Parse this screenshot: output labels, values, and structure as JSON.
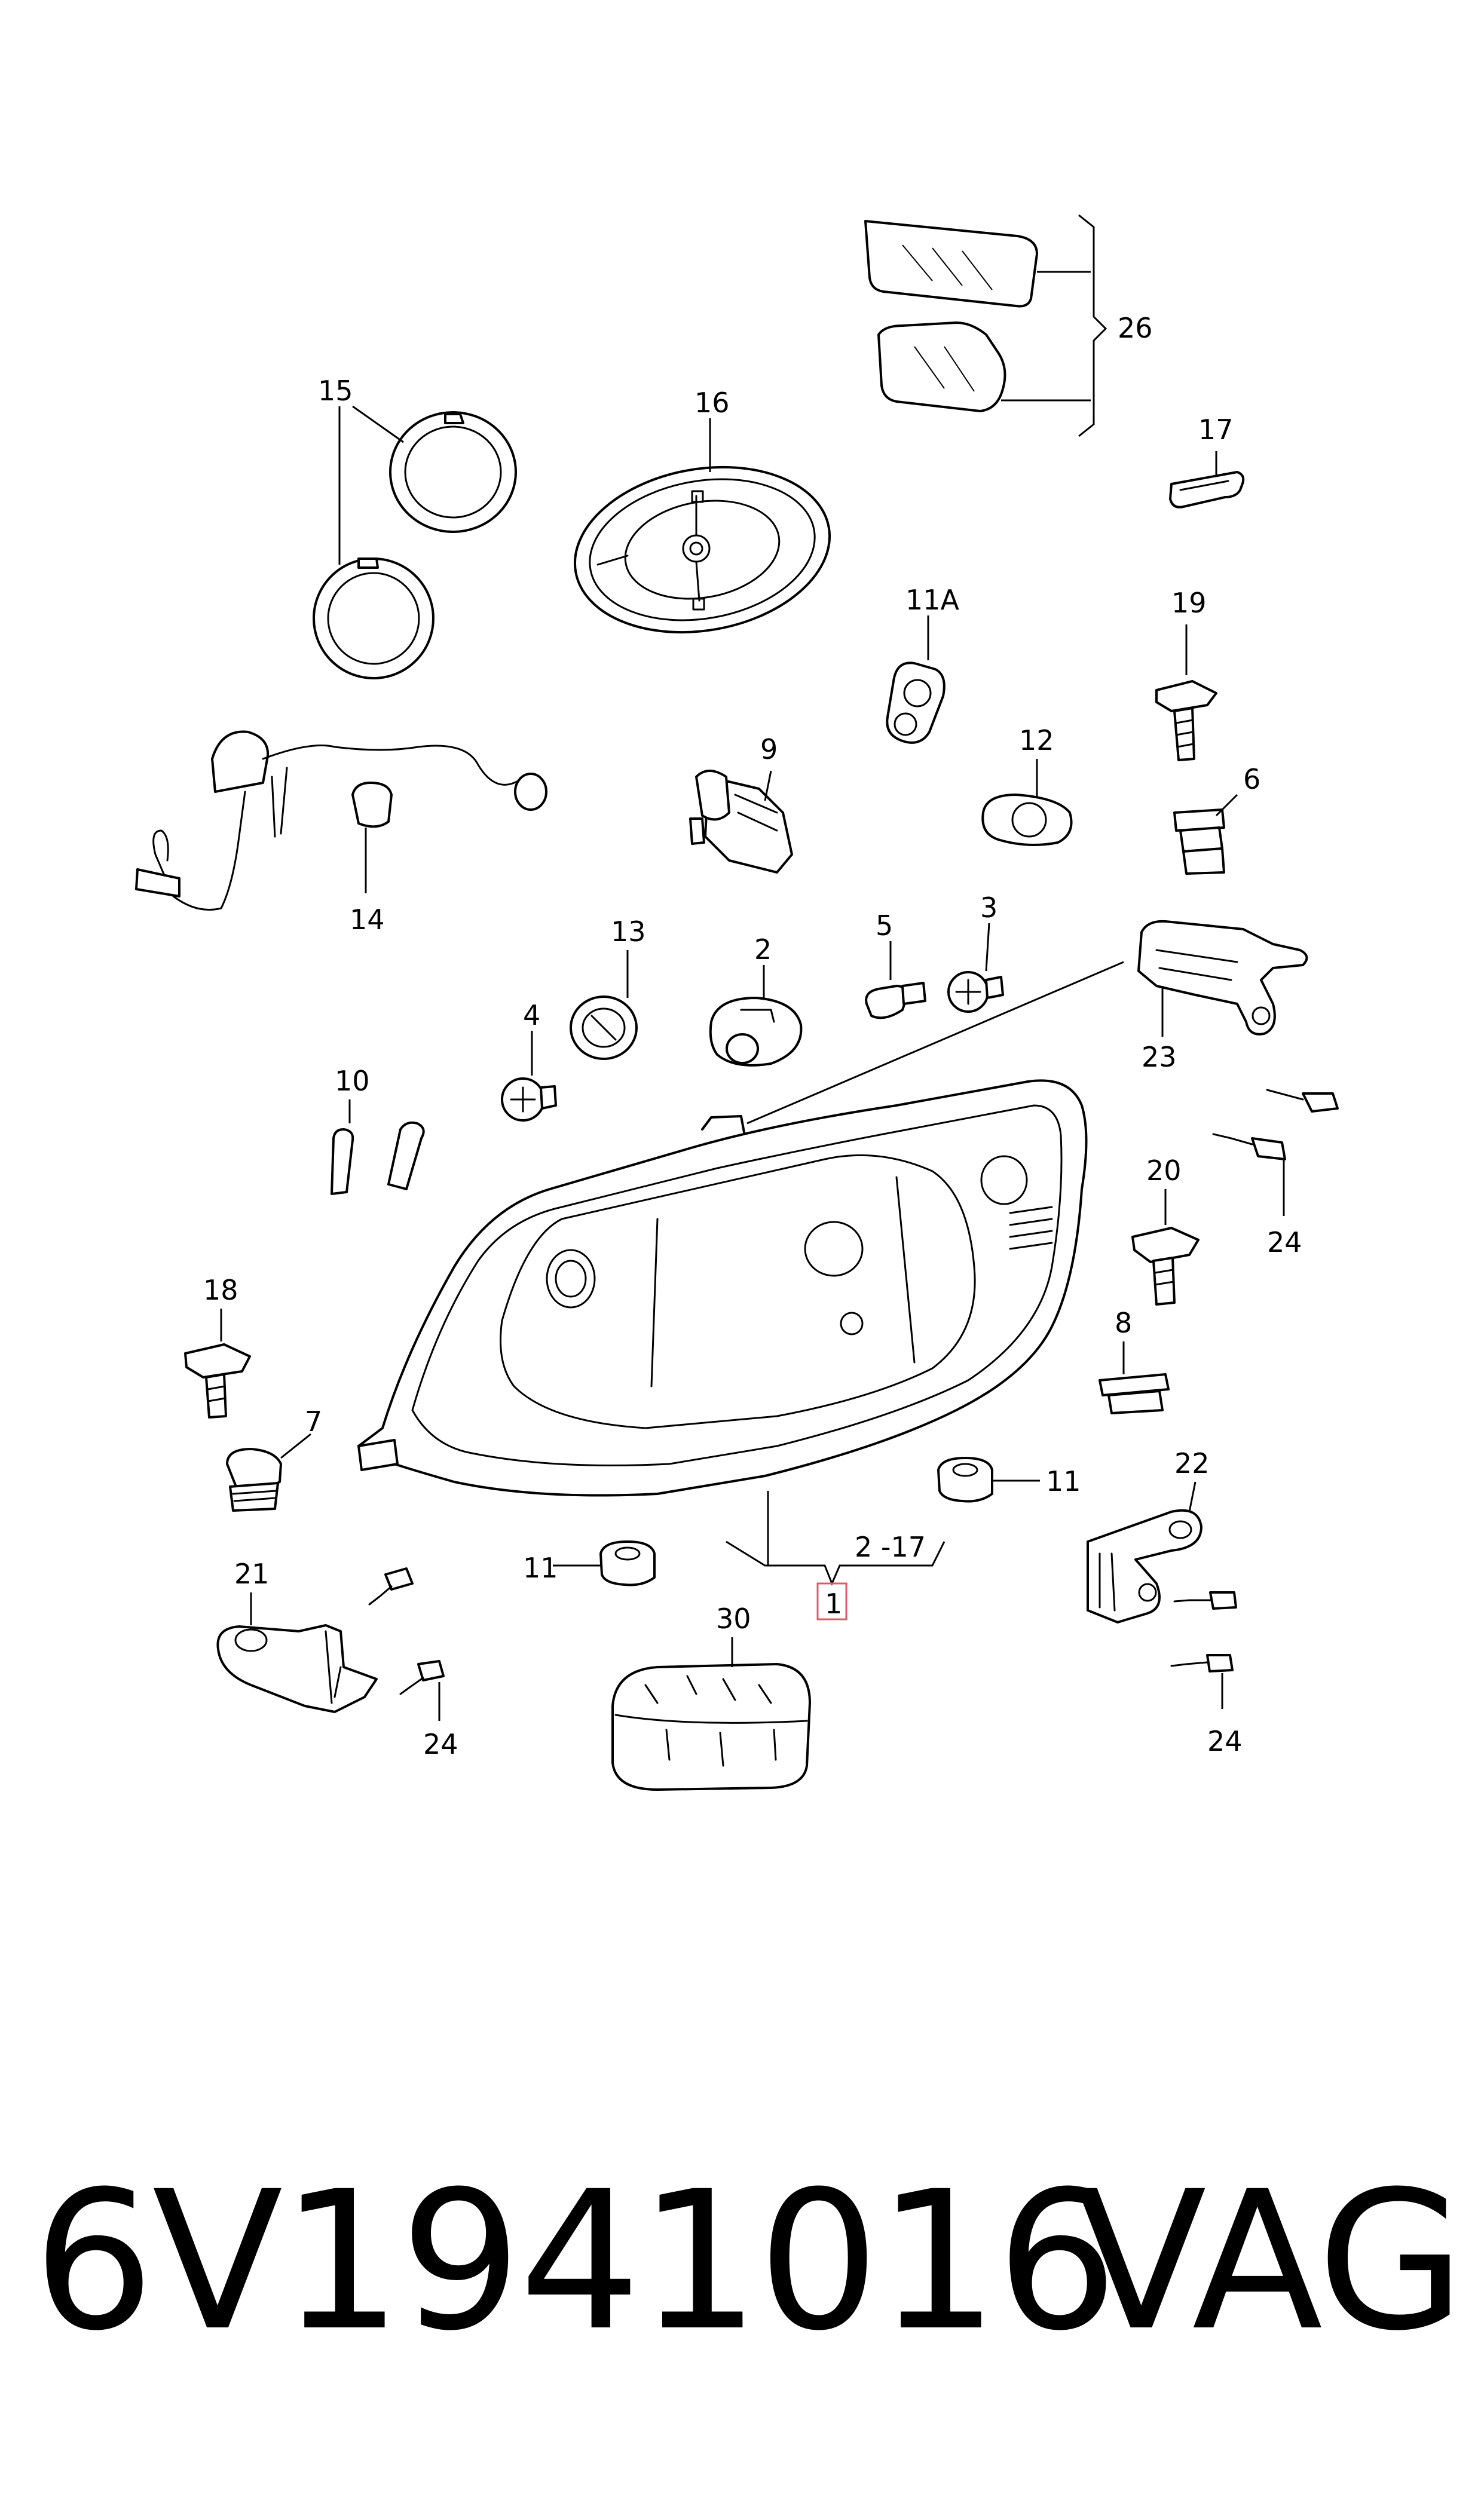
{
  "callouts": {
    "c1": "1",
    "c2_17": "2 -17",
    "c2": "2",
    "c3": "3",
    "c4": "4",
    "c5": "5",
    "c6": "6",
    "c7": "7",
    "c8": "8",
    "c9": "9",
    "c10": "10",
    "c11_right": "11",
    "c11_left": "11",
    "c11a": "11A",
    "c12": "12",
    "c13": "13",
    "c14": "14",
    "c15": "15",
    "c16": "16",
    "c17": "17",
    "c18": "18",
    "c19": "19",
    "c20": "20",
    "c21": "21",
    "c22": "22",
    "c23": "23",
    "c24_a": "24",
    "c24_b": "24",
    "c24_c": "24",
    "c26": "26",
    "c30": "30"
  },
  "footer": {
    "part_number": "6V1941016",
    "brand": "VAG"
  },
  "colors": {
    "highlight_box": "#e05a6a"
  }
}
